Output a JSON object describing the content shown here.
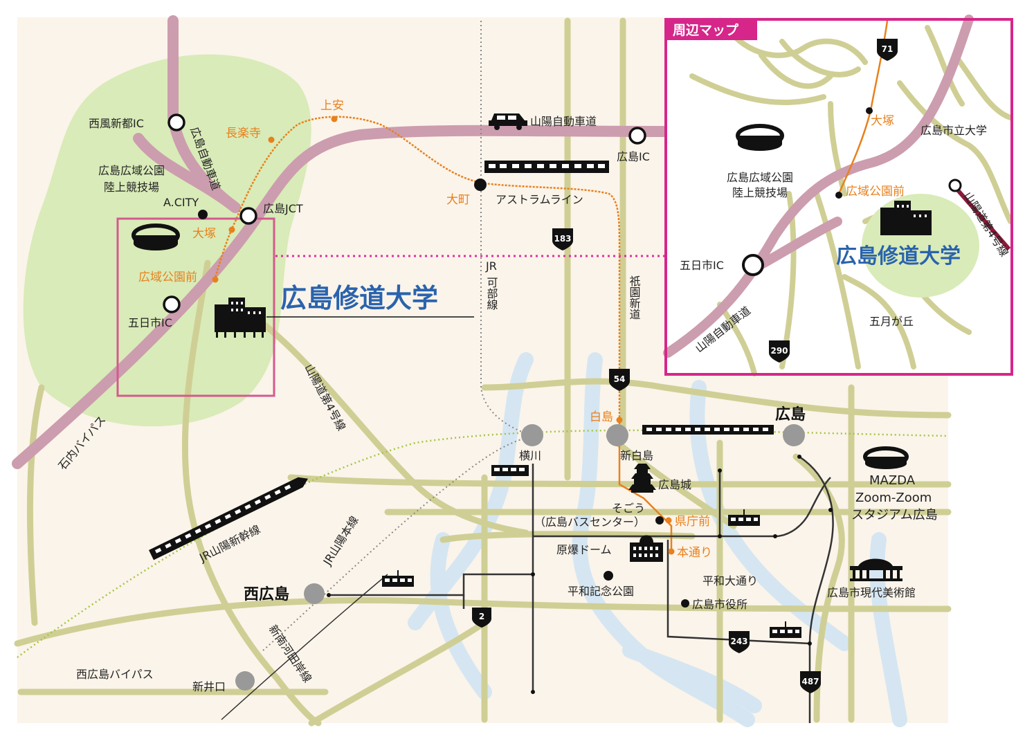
{
  "main_map": {
    "university": "広島修道大学",
    "stadium": "広島広域公園\n陸上競技場",
    "stations_orange": {
      "kamiyasu": "上安",
      "chorakuji": "長楽寺",
      "omachi": "大町",
      "otsuka": "大塚",
      "koikikoenmae": "広域公園前",
      "hakushima": "白島",
      "kenchomae": "県庁前",
      "hondori": "本通り"
    },
    "interchanges": {
      "nishikazeshinto": "西風新都IC",
      "hiroshima_ic": "広島IC",
      "hiroshima_jct": "広島JCT",
      "itsukaichi_ic": "五日市IC"
    },
    "places": {
      "acity": "A.CITY",
      "astram": "アストラムライン",
      "sanyo_expressway": "山陽自動車道",
      "hiroshima_expressway": "広島自動車道",
      "jr_kabe": "JR\n可部線",
      "gion_shindo": "祇園新道",
      "sanyo_exp_4": "山陽道第4号線",
      "ishiuchi_bypass": "石内バイパス",
      "jr_shinkansen": "JR山陽新幹線",
      "jr_sanyo_main": "JR山陽本線",
      "nishi_bypass": "西広島バイパス",
      "hiroshima_castle": "広島城",
      "sogo": "そごう\n（広島バスセンター）",
      "atomic_dome": "原爆ドーム",
      "peace_park": "平和記念公園",
      "heiwa_odori": "平和大通り",
      "city_hall": "広島市役所",
      "mazda_stadium": "MAZDA\nZoom-Zoom\nスタジアム広島",
      "museum": "広島市現代美術館",
      "shin_ondo": "新南河田岸線"
    },
    "jr_stations": {
      "hiroshima": "広島",
      "yokogawa": "横川",
      "shin_hakushima": "新白島",
      "nishi_hiroshima": "西広島",
      "shinikokuchi": "新井口"
    },
    "route_numbers": [
      "183",
      "54",
      "2",
      "243",
      "487"
    ]
  },
  "inset": {
    "title": "周辺マップ",
    "university": "広島修道大学",
    "stadium": "広島広域公園\n陸上競技場",
    "otsuka": "大塚",
    "koikikoenmae": "広域公園前",
    "city_university": "広島市立大学",
    "itsukaichi_ic": "五日市IC",
    "sanyo_expressway": "山陽自動車道",
    "sanyo_exp_4": "山陽道第4号線",
    "satsukigaoka": "五月が丘",
    "route_numbers": [
      "71",
      "290"
    ]
  },
  "colors": {
    "background": "#fbf4ea",
    "park_green": "#d9ebb8",
    "road": "#cfcf95",
    "expressway": "#cc9dae",
    "river": "#d5e6f2",
    "orange_line": "#e8801c",
    "inset_border": "#d6268a",
    "highlight_box": "#d45a8f",
    "dotted_magenta": "#e0309a",
    "university_blue": "#2a63ad",
    "jr_station": "#999999",
    "rail_dotted_green": "#a2c640"
  }
}
